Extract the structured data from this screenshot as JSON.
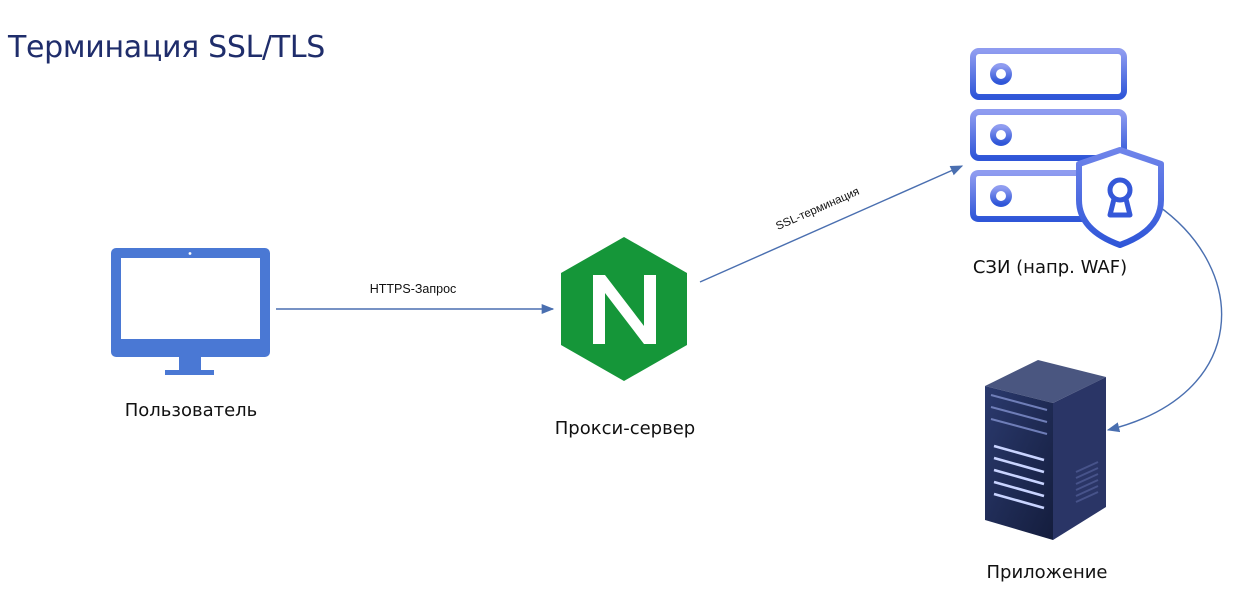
{
  "title": "Терминация SSL/TLS",
  "colors": {
    "title": "#1f2d6b",
    "arrow": "#4a6fb0",
    "monitor": "#4a78d4",
    "nginx": "#159639",
    "server_gradient_top": "#8f9cf0",
    "server_gradient_bottom": "#2f56d8",
    "rack": "#1f2b55"
  },
  "nodes": {
    "user": {
      "label": "Пользователь",
      "icon": "monitor-icon"
    },
    "proxy": {
      "label": "Прокси-сервер",
      "icon": "nginx-icon"
    },
    "waf": {
      "label": "СЗИ (напр. WAF)",
      "icon": "server-shield-icon"
    },
    "app": {
      "label": "Приложение",
      "icon": "server-rack-icon"
    }
  },
  "edges": {
    "user_to_proxy": {
      "label": "HTTPS-Запрос"
    },
    "proxy_to_waf": {
      "label": "SSL-терминация"
    },
    "waf_to_app": {
      "label": ""
    }
  }
}
